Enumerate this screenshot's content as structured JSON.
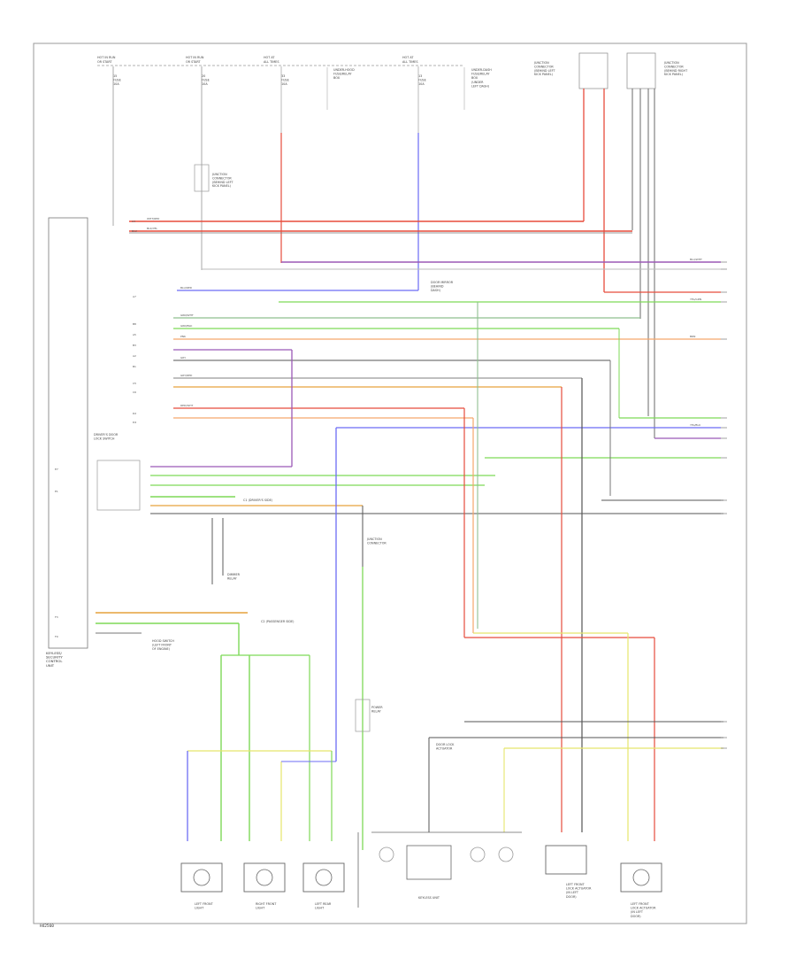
{
  "diagram": {
    "top_fuses": [
      {
        "id": "hot_run_1",
        "lines": [
          "HOT IN RUN",
          "OR START"
        ],
        "fuse": [
          "15",
          "FUSE",
          "10A"
        ]
      },
      {
        "id": "hot_run_2",
        "lines": [
          "HOT IN RUN",
          "OR START"
        ],
        "fuse": [
          "20",
          "FUSE",
          "10A"
        ]
      },
      {
        "id": "hot_all_1",
        "lines": [
          "HOT AT",
          "ALL TIMES"
        ],
        "fuse": [
          "33",
          "FUSE",
          "10A"
        ]
      },
      {
        "id": "hot_all_2",
        "lines": [
          "HOT AT",
          "ALL TIMES"
        ],
        "fuse": [
          "13",
          "FUSE",
          "10A"
        ]
      }
    ],
    "fuse_notes": [
      {
        "id": "relay_box",
        "lines": [
          "UNDER-HOOD",
          "FUSE/RELAY",
          "BOX"
        ]
      },
      {
        "id": "dash_box",
        "lines": [
          "UNDER-DASH",
          "FUSE/RELAY",
          "BOX",
          "(UNDER",
          "LEFT DASH)"
        ]
      }
    ],
    "modules": [
      {
        "id": "control_unit",
        "lines": [
          "KEYLESS/",
          "SECURITY",
          "CONTROL",
          "UNIT"
        ]
      },
      {
        "id": "driver_switch",
        "lines": [
          "DRIVER'S DOOR",
          "LOCK SWITCH"
        ]
      },
      {
        "id": "junction_upper",
        "lines": [
          "JUNCTION",
          "CONNECTOR",
          "(BEHIND LEFT",
          "KICK PANEL)"
        ]
      },
      {
        "id": "junction_right",
        "lines": [
          "JUNCTION",
          "CONNECTOR",
          "(BEHIND RIGHT",
          "KICK PANEL)"
        ]
      },
      {
        "id": "junction_mid",
        "lines": [
          "JUNCTION",
          "CONNECTOR"
        ]
      },
      {
        "id": "junction_left",
        "lines": [
          "JUNCTION",
          "CONNECTOR",
          "(BEHIND LEFT",
          "KICK PANEL)"
        ]
      },
      {
        "id": "hood_switch",
        "lines": [
          "HOOD SWITCH",
          "(LEFT FRONT",
          "OF ENGINE)"
        ]
      },
      {
        "id": "dimmer",
        "lines": [
          "DIMMER",
          "RELAY"
        ]
      },
      {
        "id": "power_relay",
        "lines": [
          "POWER",
          "RELAY"
        ]
      },
      {
        "id": "door_lock_act",
        "lines": [
          "DOOR LOCK",
          "ACTUATOR"
        ]
      }
    ],
    "connector_notes": [
      {
        "id": "c1",
        "lines": [
          "C1 (DRIVER'S SIDE)"
        ]
      },
      {
        "id": "c2",
        "lines": [
          "C2 (PASSENGER SIDE)"
        ]
      },
      {
        "id": "mirror",
        "lines": [
          "DOOR MIRROR",
          "(BEHIND",
          "DASH)"
        ]
      }
    ],
    "pin_labels": [
      "A4",
      "B12",
      "A7",
      "B8",
      "A5",
      "B3",
      "A2",
      "B1",
      "C5",
      "C6",
      "D2",
      "D4",
      "E7",
      "E1",
      "F3",
      "F9"
    ],
    "wire_codes": [
      "WHT/RED",
      "BLK/YEL",
      "GRN/WHT",
      "BLU/RED",
      "GRY",
      "PNK",
      "YEL/BLU",
      "RED/WHT",
      "GRN/BLK",
      "BLU/WHT",
      "YEL/GRN",
      "GRY/RED",
      "BRN"
    ],
    "bottom_components": [
      {
        "id": "left_front_light",
        "lines": [
          "LEFT FRONT",
          "LIGHT"
        ]
      },
      {
        "id": "right_front_light",
        "lines": [
          "RIGHT FRONT",
          "LIGHT"
        ]
      },
      {
        "id": "left_rear_light",
        "lines": [
          "LEFT REAR",
          "LIGHT"
        ]
      },
      {
        "id": "central_unit",
        "lines": [
          "KEYLESS UNIT"
        ]
      },
      {
        "id": "left_front_speaker",
        "lines": [
          "LEFT FRONT",
          "LOCK ACTUATOR",
          "(IN LEFT",
          "DOOR)"
        ]
      },
      {
        "id": "right_front_speaker",
        "lines": [
          "LEFT FRONT",
          "LOCK ACTUATOR",
          "(IN LEFT",
          "DOOR)"
        ]
      }
    ],
    "footer_code": "H42560"
  }
}
